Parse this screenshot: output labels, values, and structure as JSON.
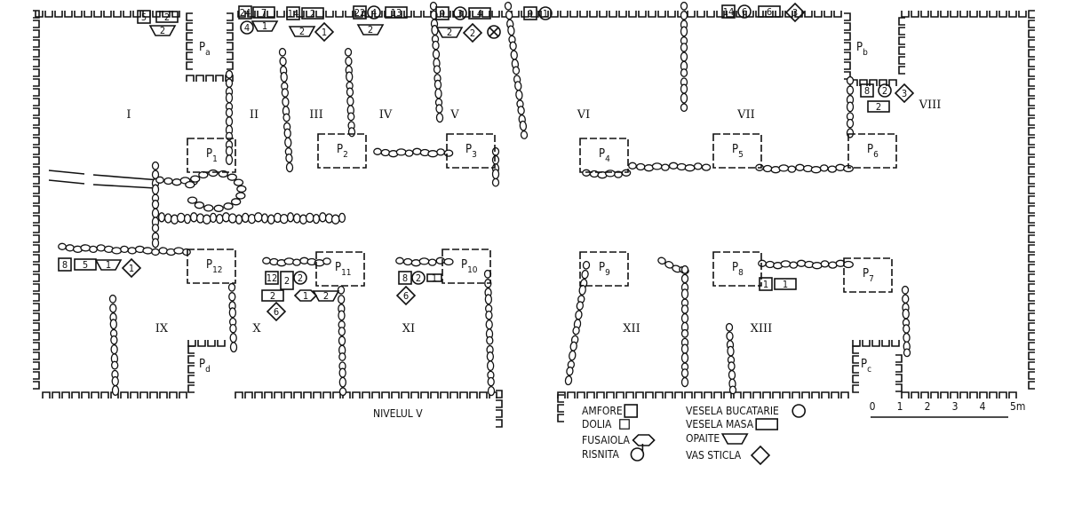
{
  "title": "NIVELUL V",
  "rooms": [
    "I",
    "II",
    "III",
    "IV",
    "V",
    "VI",
    "VII",
    "VIII",
    "IX",
    "X",
    "XI",
    "XII",
    "XIII"
  ],
  "pillars": [
    {
      "p": "P",
      "s": "a"
    },
    {
      "p": "P",
      "s": "b"
    },
    {
      "p": "P",
      "s": "1"
    },
    {
      "p": "P",
      "s": "2"
    },
    {
      "p": "P",
      "s": "3"
    },
    {
      "p": "P",
      "s": "4"
    },
    {
      "p": "P",
      "s": "5"
    },
    {
      "p": "P",
      "s": "6"
    },
    {
      "p": "P",
      "s": "12"
    },
    {
      "p": "P",
      "s": "11"
    },
    {
      "p": "P",
      "s": "10"
    },
    {
      "p": "P",
      "s": "9"
    },
    {
      "p": "P",
      "s": "8"
    },
    {
      "p": "P",
      "s": "7"
    },
    {
      "p": "P",
      "s": "d"
    },
    {
      "p": "P",
      "s": "c"
    }
  ],
  "finds": [
    {
      "n": "5",
      "kind": "dolia"
    },
    {
      "n": "2",
      "kind": "vesela-masa"
    },
    {
      "n": "2",
      "kind": "opaite"
    },
    {
      "n": "24",
      "kind": "dolia"
    },
    {
      "n": "7",
      "kind": "vesela-masa"
    },
    {
      "n": "4",
      "kind": "vesela-bucatarie"
    },
    {
      "n": "1",
      "kind": "opaite"
    },
    {
      "n": "14",
      "kind": "dolia"
    },
    {
      "n": "2",
      "kind": "vesela-masa"
    },
    {
      "n": "2",
      "kind": "opaite"
    },
    {
      "n": "1",
      "kind": "vas-sticla"
    },
    {
      "n": "22",
      "kind": "dolia"
    },
    {
      "n": "4",
      "kind": "vesela-bucatarie"
    },
    {
      "n": "13",
      "kind": "vesela-masa"
    },
    {
      "n": "2",
      "kind": "opaite"
    },
    {
      "n": "9",
      "kind": "dolia"
    },
    {
      "n": "3",
      "kind": "vesela-bucatarie"
    },
    {
      "n": "4",
      "kind": "vesela-masa"
    },
    {
      "n": "2",
      "kind": "opaite"
    },
    {
      "n": "2",
      "kind": "vas-sticla"
    },
    {
      "n": "",
      "kind": "crossed-circle"
    },
    {
      "n": "9",
      "kind": "dolia"
    },
    {
      "n": "1",
      "kind": "vesela-bucatarie"
    },
    {
      "n": "14",
      "kind": "dolia"
    },
    {
      "n": "6",
      "kind": "vesela-bucatarie"
    },
    {
      "n": "6",
      "kind": "vesela-masa"
    },
    {
      "n": "3",
      "kind": "vas-sticla"
    },
    {
      "n": "8",
      "kind": "dolia"
    },
    {
      "n": "2",
      "kind": "vesela-bucatarie"
    },
    {
      "n": "3",
      "kind": "vas-sticla"
    },
    {
      "n": "2",
      "kind": "vesela-masa"
    },
    {
      "n": "8",
      "kind": "dolia"
    },
    {
      "n": "5",
      "kind": "vesela-masa"
    },
    {
      "n": "1",
      "kind": "opaite"
    },
    {
      "n": "1",
      "kind": "vas-sticla"
    },
    {
      "n": "12",
      "kind": "dolia"
    },
    {
      "n": "2",
      "kind": "amfore-tall"
    },
    {
      "n": "2",
      "kind": "vesela-bucatarie"
    },
    {
      "n": "2",
      "kind": "vesela-masa"
    },
    {
      "n": "1",
      "kind": "fusaiola"
    },
    {
      "n": "2",
      "kind": "opaite"
    },
    {
      "n": "6",
      "kind": "vas-sticla"
    },
    {
      "n": "8",
      "kind": "dolia"
    },
    {
      "n": "2",
      "kind": "vesela-bucatarie"
    },
    {
      "n": "1",
      "kind": "vesela-masa-small"
    },
    {
      "n": "6",
      "kind": "vas-sticla"
    },
    {
      "n": "1",
      "kind": "dolia"
    },
    {
      "n": "1",
      "kind": "vesela-masa"
    }
  ],
  "legend": [
    {
      "label": "AMFORE",
      "kind": "amfore"
    },
    {
      "label": "DOLIA",
      "kind": "dolia"
    },
    {
      "label": "FUSAIOLA",
      "kind": "fusaiola"
    },
    {
      "label": "RISNITA",
      "kind": "risnita"
    },
    {
      "label": "VESELA BUCATARIE",
      "kind": "vesela-bucatarie"
    },
    {
      "label": "VESELA MASA",
      "kind": "vesela-masa"
    },
    {
      "label": "OPAITE",
      "kind": "opaite"
    },
    {
      "label": "VAS STICLA",
      "kind": "vas-sticla"
    }
  ],
  "scale": {
    "ticks": [
      "0",
      "1",
      "2",
      "3",
      "4",
      "5m"
    ]
  },
  "colors": {
    "ink": "#111111",
    "paper": "#ffffff"
  }
}
